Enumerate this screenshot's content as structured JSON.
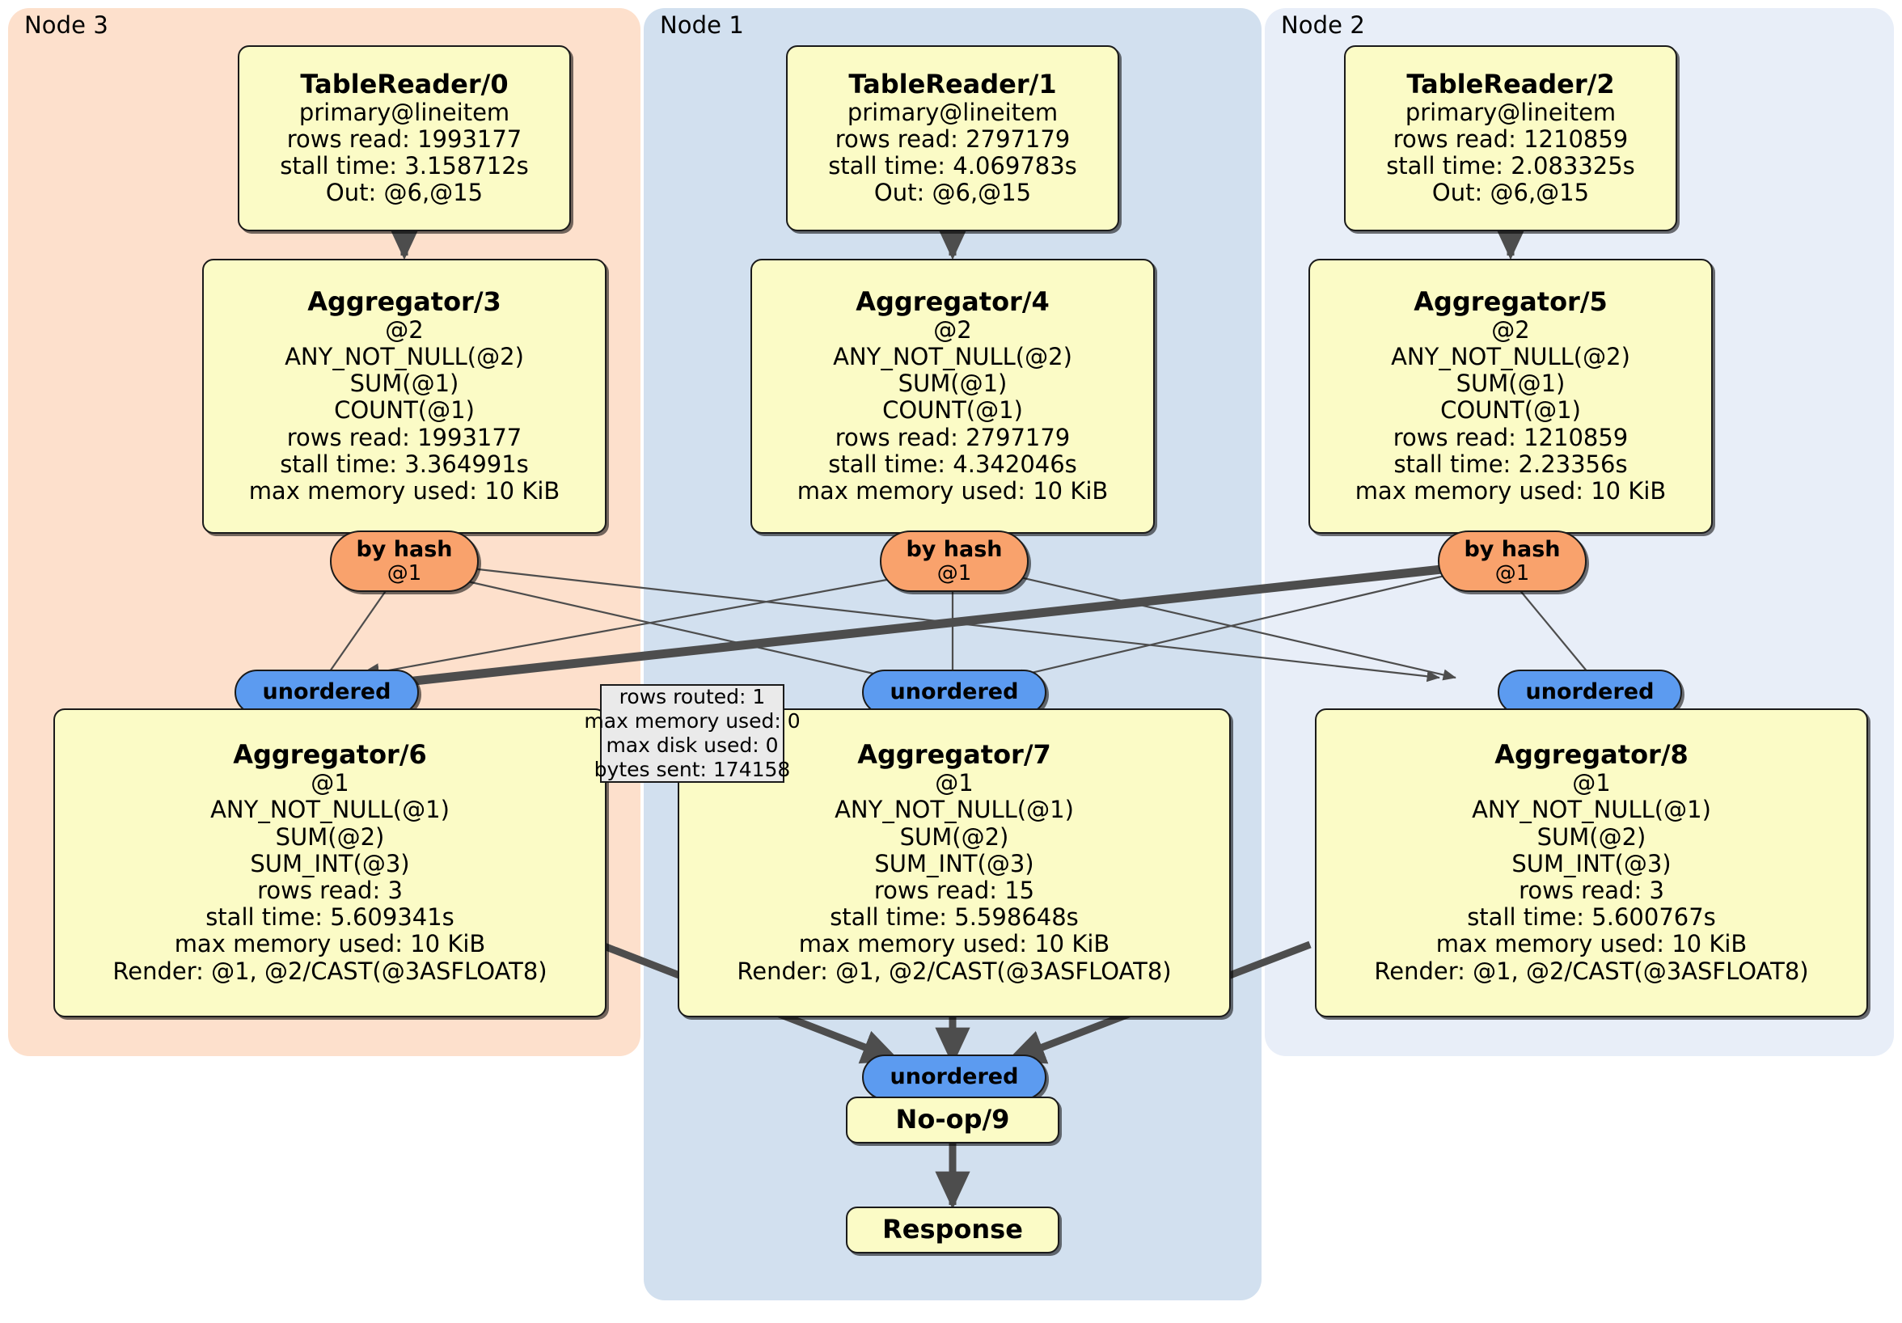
{
  "clusters": [
    {
      "key": "node3",
      "label": "Node 3",
      "color": "#FDE0CC"
    },
    {
      "key": "node1",
      "label": "Node 1",
      "color": "#D2E0EF"
    },
    {
      "key": "node2",
      "label": "Node 2",
      "color": "#E8EEF8"
    }
  ],
  "colors": {
    "node_fill": "#FBFBC6",
    "node_stroke": "#1a1a1a",
    "router_hash_fill": "#F9A26C",
    "router_unordered_fill": "#5C9BF0",
    "tooltip_fill": "#EAEAEA",
    "edge": "#4D4D4D"
  },
  "table_readers": [
    {
      "title": "TableReader/0",
      "table": "primary@lineitem",
      "rows_read": "rows read: 1993177",
      "stall_time": "stall time: 3.158712s",
      "out": "Out: @6,@15"
    },
    {
      "title": "TableReader/1",
      "table": "primary@lineitem",
      "rows_read": "rows read: 2797179",
      "stall_time": "stall time: 4.069783s",
      "out": "Out: @6,@15"
    },
    {
      "title": "TableReader/2",
      "table": "primary@lineitem",
      "rows_read": "rows read: 1210859",
      "stall_time": "stall time: 2.083325s",
      "out": "Out: @6,@15"
    }
  ],
  "aggregators_upper": [
    {
      "title": "Aggregator/3",
      "group": "@2",
      "f1": "ANY_NOT_NULL(@2)",
      "f2": "SUM(@1)",
      "f3": "COUNT(@1)",
      "rows_read": "rows read: 1993177",
      "stall_time": "stall time: 3.364991s",
      "max_memory": "max memory used: 10 KiB"
    },
    {
      "title": "Aggregator/4",
      "group": "@2",
      "f1": "ANY_NOT_NULL(@2)",
      "f2": "SUM(@1)",
      "f3": "COUNT(@1)",
      "rows_read": "rows read: 2797179",
      "stall_time": "stall time: 4.342046s",
      "max_memory": "max memory used: 10 KiB"
    },
    {
      "title": "Aggregator/5",
      "group": "@2",
      "f1": "ANY_NOT_NULL(@2)",
      "f2": "SUM(@1)",
      "f3": "COUNT(@1)",
      "rows_read": "rows read: 1210859",
      "stall_time": "stall time: 2.23356s",
      "max_memory": "max memory used: 10 KiB"
    }
  ],
  "aggregators_lower": [
    {
      "title": "Aggregator/6",
      "group": "@1",
      "f1": "ANY_NOT_NULL(@1)",
      "f2": "SUM(@2)",
      "f3": "SUM_INT(@3)",
      "rows_read": "rows read: 3",
      "stall_time": "stall time: 5.609341s",
      "max_memory": "max memory used: 10 KiB",
      "render": "Render: @1, @2/CAST(@3ASFLOAT8)"
    },
    {
      "title": "Aggregator/7",
      "group": "@1",
      "f1": "ANY_NOT_NULL(@1)",
      "f2": "SUM(@2)",
      "f3": "SUM_INT(@3)",
      "rows_read": "rows read: 15",
      "stall_time": "stall time: 5.598648s",
      "max_memory": "max memory used: 10 KiB",
      "render": "Render: @1, @2/CAST(@3ASFLOAT8)"
    },
    {
      "title": "Aggregator/8",
      "group": "@1",
      "f1": "ANY_NOT_NULL(@1)",
      "f2": "SUM(@2)",
      "f3": "SUM_INT(@3)",
      "rows_read": "rows read: 3",
      "stall_time": "stall time: 5.600767s",
      "max_memory": "max memory used: 10 KiB",
      "render": "Render: @1, @2/CAST(@3ASFLOAT8)"
    }
  ],
  "routers_hash": [
    {
      "title": "by hash",
      "col": "@1"
    },
    {
      "title": "by hash",
      "col": "@1"
    },
    {
      "title": "by hash",
      "col": "@1"
    }
  ],
  "routers_unordered": [
    {
      "title": "unordered"
    },
    {
      "title": "unordered"
    },
    {
      "title": "unordered"
    },
    {
      "title": "unordered"
    }
  ],
  "tooltip": {
    "rows_routed": "rows routed: 1",
    "max_memory": "max memory used: 0",
    "max_disk": "max disk used: 0",
    "bytes_sent": "bytes sent: 174158"
  },
  "final": {
    "noop": "No-op/9",
    "response": "Response"
  }
}
